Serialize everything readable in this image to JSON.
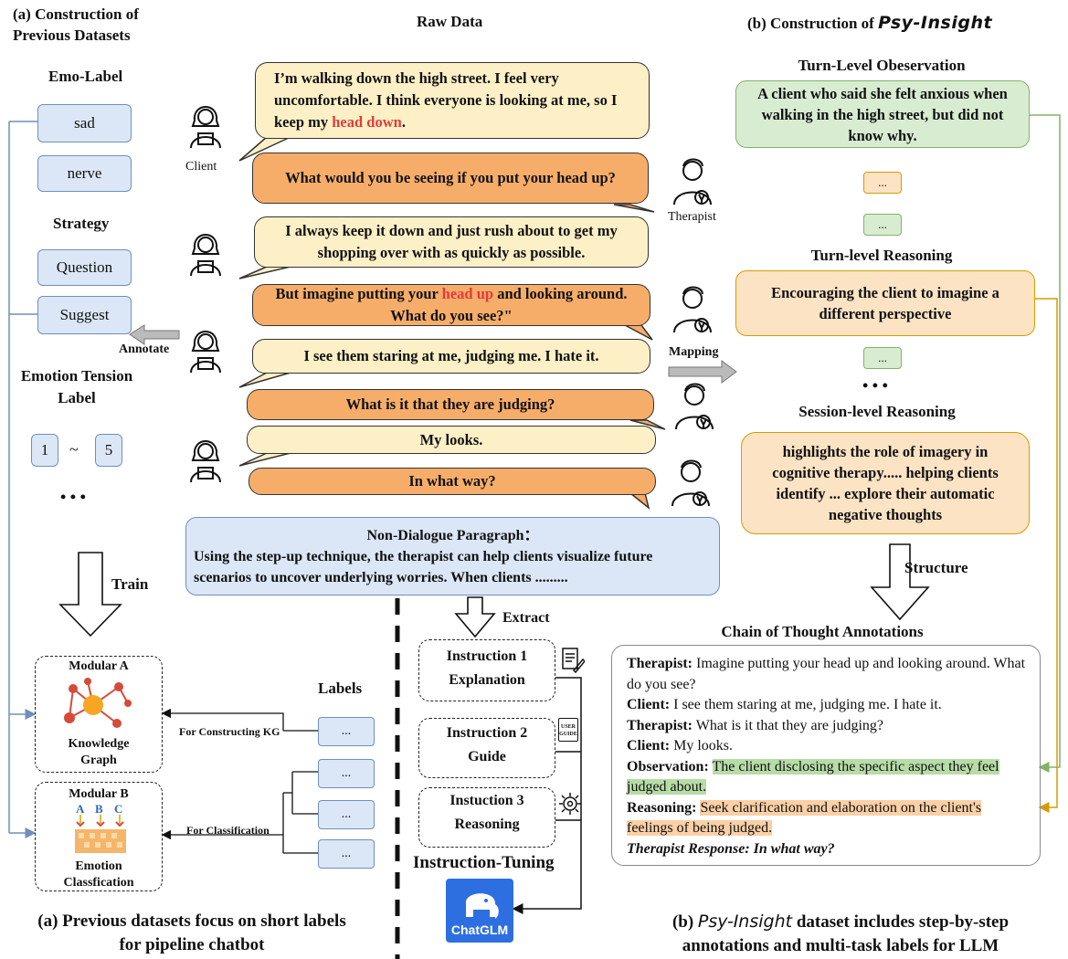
{
  "left": {
    "title_line1": "(a) Construction of",
    "title_line2": "Previous  Datasets",
    "emo_label_heading": "Emo-Label",
    "emo_labels": [
      "sad",
      "nerve"
    ],
    "strategy_heading": "Strategy",
    "strategy_labels": [
      "Question",
      "Suggest"
    ],
    "annotate": "Annotate",
    "tension_heading_line1": "Emotion Tension",
    "tension_heading_line2": "Label",
    "tension_min": "1",
    "tension_tilde": "~",
    "tension_max": "5",
    "dots": "• • •",
    "train": "Train",
    "modular_a_title": "Modular A",
    "modular_a_name_line1": "Knowledge",
    "modular_a_name_line2": "Graph",
    "modular_b_title": "Modular B",
    "modular_b_name_line1": "Emotion",
    "modular_b_name_line2": "Classfication",
    "modular_b_letters": [
      "A",
      "B",
      "C"
    ],
    "labels_heading": "Labels",
    "label_boxes": [
      "...",
      "...",
      "...",
      "..."
    ],
    "for_kg": "For Constructing KG",
    "for_cls": "For Classification",
    "caption_line1": "(a) Previous datasets focus on short labels",
    "caption_line2": "for pipeline chatbot"
  },
  "middle": {
    "raw_data": "Raw Data",
    "client_label": "Client",
    "therapist_label": "Therapist",
    "bubble1_pre": "I’m walking down the high street. I feel very uncomfortable. I think everyone is looking at me, so I keep my ",
    "bubble1_red": "head down",
    "bubble1_post": ".",
    "bubble2": "What would you be seeing if you put your head up?",
    "bubble3": "I always keep it down and just rush about to get my shopping over with as quickly as possible.",
    "bubble4_pre": "But imagine putting your ",
    "bubble4_red": "head up",
    "bubble4_post": " and looking around. What do you see?\"",
    "bubble5": "I see them staring at me, judging me. I hate it.",
    "bubble6": "What is it that they are judging?",
    "bubble7": "My looks.",
    "bubble8": "In what way?",
    "mapping": "Mapping",
    "paragraph_title": "Non-Dialogue Paragraph：",
    "paragraph_text": "Using the step-up technique, the therapist can help clients visualize future scenarios to uncover underlying worries. When clients .........",
    "extract": "Extract",
    "instr1_line1": "Instruction 1",
    "instr1_line2": "Explanation",
    "instr2_line1": "Instruction 2",
    "instr2_line2": "Guide",
    "instr3_line1": "Instuction 3",
    "instr3_line2": "Reasoning",
    "guide_icon_text": "USER GUIDE",
    "tuning": "Instruction-Tuning",
    "chatglm": "ChatGLM"
  },
  "right": {
    "title_prefix": "(b) Construction of ",
    "brand": "Psy-Insight",
    "turn_obs_heading": "Turn-Level Obeservation",
    "turn_obs_text": "A client who said she felt anxious when walking in the high street, but did not know why.",
    "mini_dots": [
      "...",
      "...",
      "..."
    ],
    "turn_reason_heading": "Turn-level Reasoning",
    "turn_reason_text": "Encouraging the client to imagine a different perspective",
    "dots": "• • •",
    "session_heading": "Session-level Reasoning",
    "session_text": "highlights the role of imagery in cognitive therapy..... helping clients identify ... explore their automatic negative thoughts",
    "structure": "Structure",
    "cot_heading": "Chain of Thought Annotations",
    "cot": {
      "t1_label": "Therapist:",
      "t1_text": " Imagine putting your head up and looking around. What do you see?",
      "c1_label": "Client:",
      "c1_text": " I see them staring at me, judging me. I hate it.",
      "t2_label": "Therapist:",
      "t2_text": " What is it that they are judging?",
      "c2_label": "Client:",
      "c2_text": " My looks.",
      "obs_label": "Observation:",
      "obs_text": "The client disclosing the specific aspect they feel judged about.",
      "reason_label": "Reasoning:",
      "reason_text": "Seek clarification and elaboration on the client's feelings of being judged.",
      "response": "Therapist Response: In what way?"
    },
    "caption_line1_pre": "(b) ",
    "caption_line1_post": " dataset includes step-by-step",
    "caption_line2": "annotations and multi-task labels for LLM"
  }
}
